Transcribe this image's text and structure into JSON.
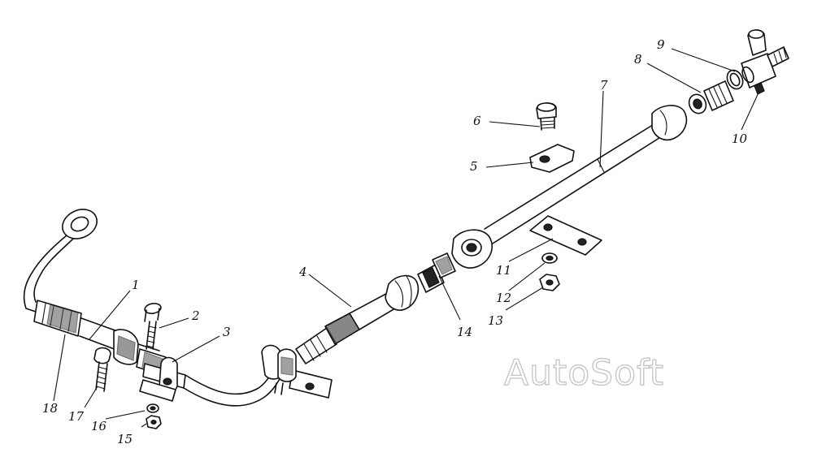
{
  "diagram": {
    "labels": {
      "n1": "1",
      "n2": "2",
      "n3": "3",
      "n4": "4",
      "n5": "5",
      "n6": "6",
      "n7": "7",
      "n8": "8",
      "n9": "9",
      "n10": "10",
      "n11": "11",
      "n12": "12",
      "n13": "13",
      "n14": "14",
      "n15": "15",
      "n16": "16",
      "n17": "17",
      "n18": "18"
    },
    "watermark": "AutoSoft"
  }
}
